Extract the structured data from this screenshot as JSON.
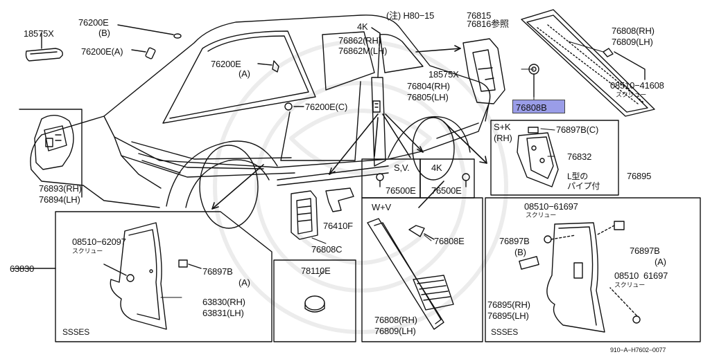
{
  "diagram": {
    "highlight_color": "#9a9de8",
    "line_color": "#111111",
    "labels": {
      "p18575x_top": "18575X",
      "p76200e_b": "76200E",
      "p76200e_b_sub": "(B)",
      "p76200e_a_top": "76200E(A)",
      "p76200e_mid": "76200E",
      "p76200e_mid_sub": "(A)",
      "p76200e_c": "76200E(C)",
      "p4k_top": "4K",
      "note_h80": "(注) H80−15",
      "p76862rh": "76862(RH)",
      "p76862mlh": "76862M(LH)",
      "p76815": "76815",
      "p76816": "76816参照",
      "p76808rh_top": "76808(RH)",
      "p76809lh_top": "76809(LH)",
      "p18575x_mid": "18575X",
      "p76804rh": "76804(RH)",
      "p76805lh": "76805(LH)",
      "p08510_41608": "08510−41608",
      "screw_a": "スクリュー",
      "p76808b": "76808B",
      "sk": "S+K",
      "rh": "(RH)",
      "p76897b_c": "76897B(C)",
      "p76832": "76832",
      "l_pipe_1": "L型の",
      "l_pipe_2": "パイプ付",
      "p76895": "76895",
      "p76893rh": "76893(RH)",
      "p76894lh": "76894(LH)",
      "sv": "S,V.",
      "p4k_box": "4K",
      "p76500e_1": "76500E",
      "p76500e_2": "76500E",
      "p76410f": "76410F",
      "p76808c": "76808C",
      "wv": "W+V",
      "p76808e": "76808E",
      "p76808rh_bot": "76808(RH)",
      "p76809lh_bot": "76809(LH)",
      "p78110e": "78110E",
      "p63830": "63830",
      "p08510_62097": "08510−62097",
      "screw_b": "スクリュー",
      "p76897b_a_left": "76897B",
      "p76897b_a_left_sub": "(A)",
      "p63830rh": "63830(RH)",
      "p63831lh": "63831(LH)",
      "ssses_left": "SSSES",
      "p08510_61697_top": "08510−61697",
      "screw_c": "スクリュー",
      "p76897b_b": "76897B",
      "p76897b_b_sub": "(B)",
      "p76897b_a_right": "76897B",
      "p76897b_a_right_sub": "(A)",
      "p08510_61697_bot": "08510  61697",
      "screw_d": "スクリュー",
      "p76895rh": "76895(RH)",
      "p76895lh": "76895(LH)",
      "ssses_right": "SSSES",
      "footer_code": "910−A−H7602−0077"
    }
  }
}
